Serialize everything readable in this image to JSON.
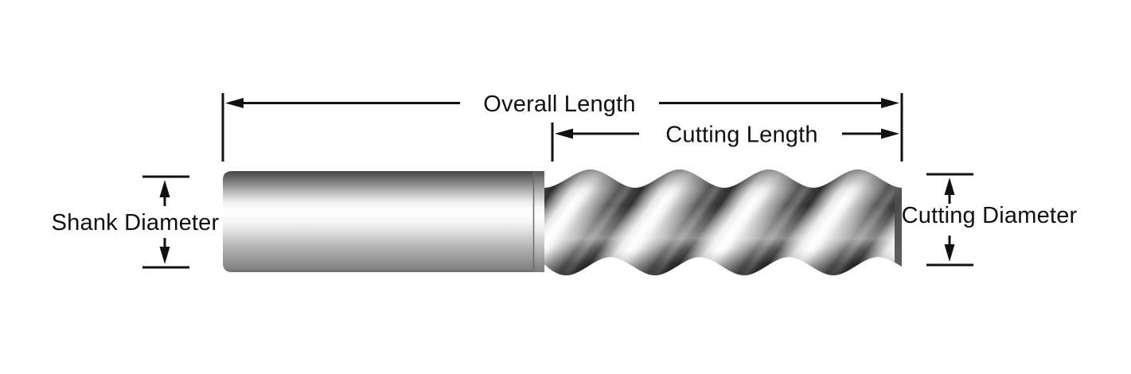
{
  "page": {
    "background": "#ffffff"
  },
  "diagram": {
    "type": "end-mill-dimension-diagram",
    "line_color": "#111111",
    "labels": {
      "overall_length": "Overall Length",
      "cutting_length": "Cutting Length",
      "shank_diameter": "Shank Diameter",
      "cutting_diameter": "Cutting Diameter"
    },
    "tool": {
      "parts": [
        "shank",
        "collar-ring",
        "spiral-flutes",
        "end-face"
      ],
      "metal_highlight": "#ffffff",
      "metal_mid": "#9a9a9a",
      "metal_shadow": "#2f2f2f"
    }
  }
}
